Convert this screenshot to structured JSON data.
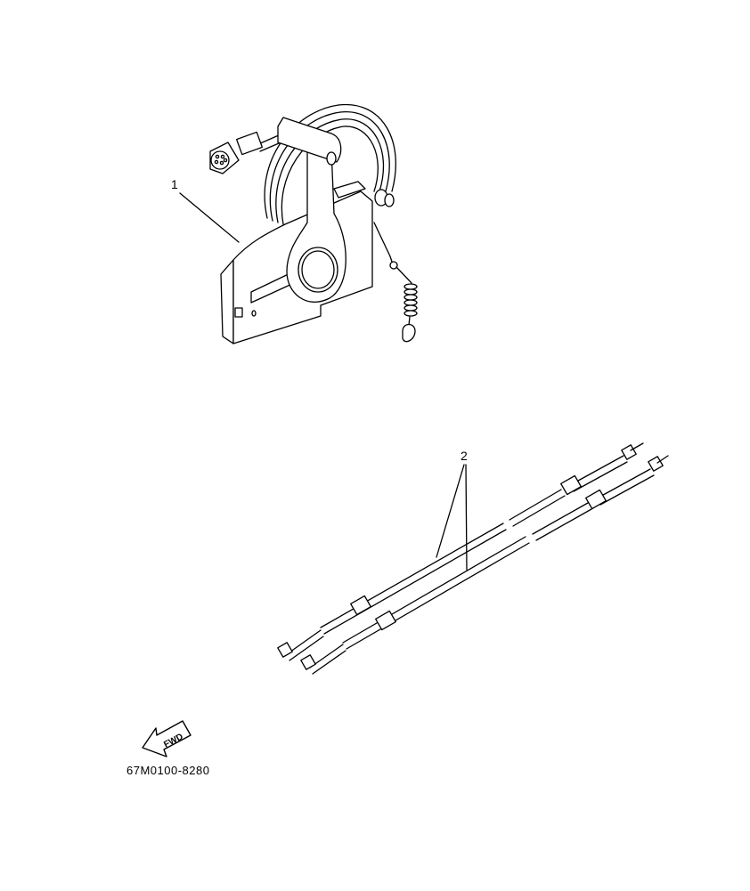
{
  "callouts": [
    {
      "number": "1"
    },
    {
      "number": "2"
    }
  ],
  "direction_arrow": {
    "text": "FWD"
  },
  "diagram_code": "67M0100-8280",
  "colors": {
    "line": "#000000",
    "background": "#ffffff"
  }
}
